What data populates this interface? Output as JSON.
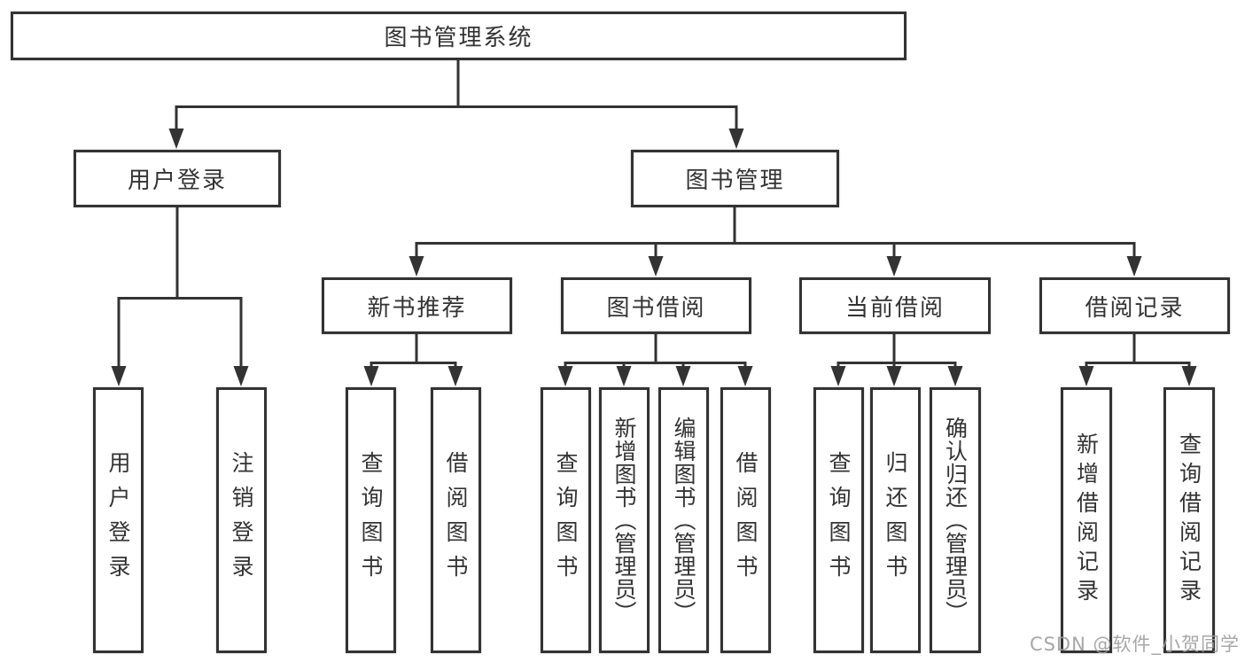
{
  "nodes": {
    "root": "图书管理系统",
    "level2": [
      {
        "label": "用户登录"
      },
      {
        "label": "图书管理"
      }
    ],
    "level3": [
      {
        "label": "新书推荐"
      },
      {
        "label": "图书借阅"
      },
      {
        "label": "当前借阅"
      },
      {
        "label": "借阅记录"
      }
    ],
    "leaves": {
      "user_login": [
        {
          "label": "用户登录"
        },
        {
          "label": "注销登录"
        }
      ],
      "new_books": [
        {
          "label": "查询图书"
        },
        {
          "label": "借阅图书"
        }
      ],
      "book_borrowing": [
        {
          "label": "查询图书"
        },
        {
          "label": "新增图书（管理员）"
        },
        {
          "label": "编辑图书（管理员）"
        },
        {
          "label": "借阅图书"
        }
      ],
      "current_borrowing": [
        {
          "label": "查询图书"
        },
        {
          "label": "归还图书"
        },
        {
          "label": "确认归还（管理员）"
        }
      ],
      "borrowing_records": [
        {
          "label": "新增借阅记录"
        },
        {
          "label": "查询借阅记录"
        }
      ]
    }
  },
  "watermark": "CSDN @软件_小贺同学",
  "colors": {
    "line": "#333333",
    "text": "#333333",
    "box_background": "#ffffff",
    "watermark": "#9e9e9e"
  }
}
